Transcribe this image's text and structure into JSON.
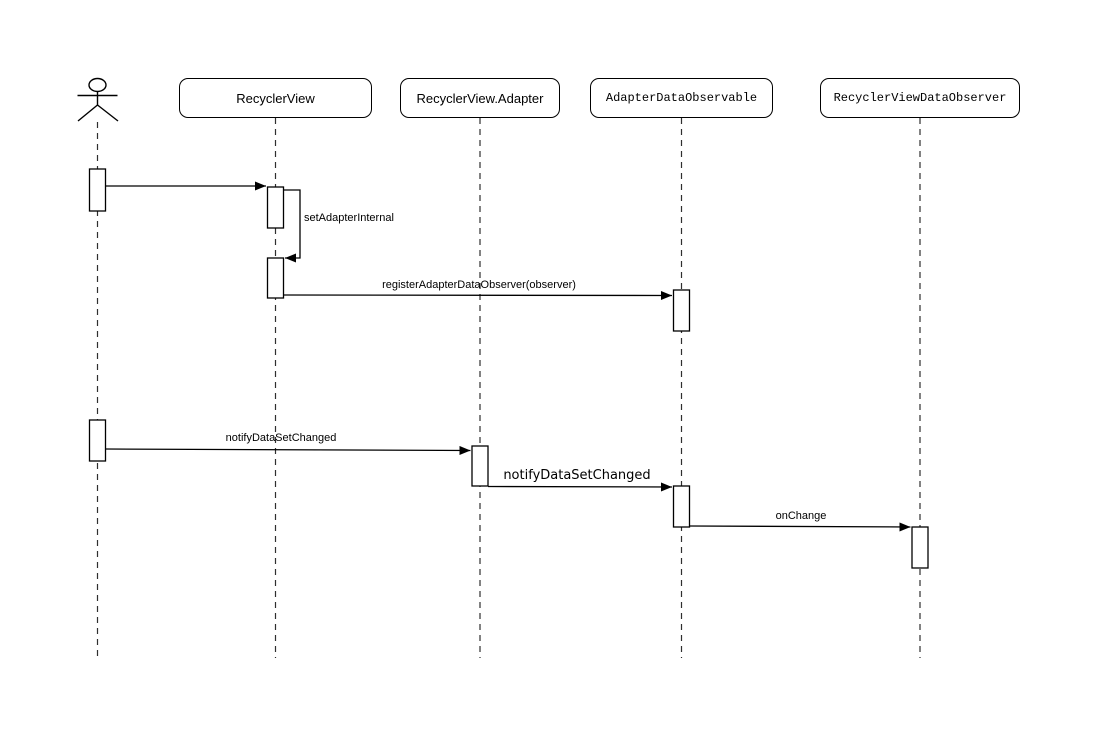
{
  "diagram": {
    "kind": "uml-sequence-diagram",
    "colors": {
      "background": "#ffffff",
      "stroke": "#000000",
      "shape_fill": "#ffffff"
    }
  },
  "participants": [
    {
      "id": "actor",
      "kind": "actor",
      "label": ""
    },
    {
      "id": "recycler-view",
      "kind": "lifeline-box",
      "label": "RecyclerView"
    },
    {
      "id": "recycler-view-adapter",
      "kind": "lifeline-box",
      "label": "RecyclerView.Adapter"
    },
    {
      "id": "adapter-data-observable",
      "kind": "lifeline-box",
      "label": "AdapterDataObservable"
    },
    {
      "id": "recycler-view-data-observer",
      "kind": "lifeline-box",
      "label": "RecyclerViewDataObserver"
    }
  ],
  "messages": [
    {
      "from": "actor",
      "to": "recycler-view",
      "type": "call",
      "label": ""
    },
    {
      "from": "recycler-view",
      "to": "recycler-view",
      "type": "self",
      "label": "setAdapterInternal"
    },
    {
      "from": "recycler-view",
      "to": "adapter-data-observable",
      "type": "call",
      "label": "registerAdapterDataObserver(observer)"
    },
    {
      "from": "actor",
      "to": "recycler-view-adapter",
      "type": "call",
      "label": "notifyDataSetChanged"
    },
    {
      "from": "recycler-view-adapter",
      "to": "adapter-data-observable",
      "type": "call",
      "label": "notifyDataSetChanged"
    },
    {
      "from": "adapter-data-observable",
      "to": "recycler-view-data-observer",
      "type": "call",
      "label": "onChange"
    }
  ]
}
